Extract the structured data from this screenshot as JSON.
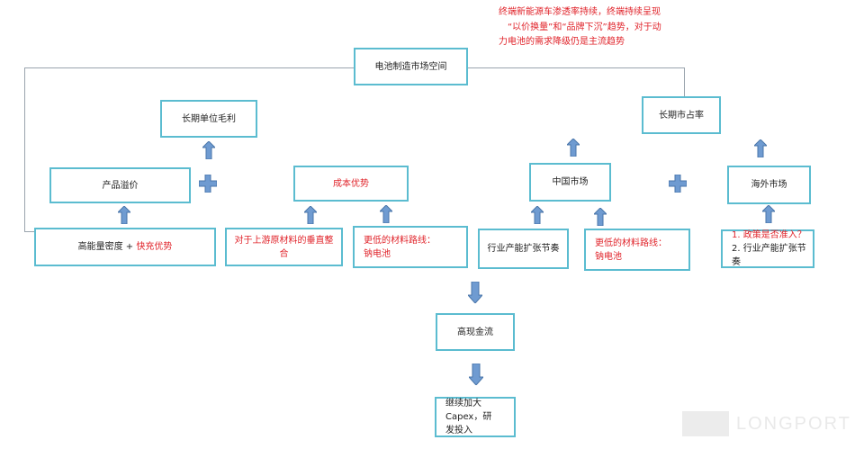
{
  "note": {
    "line1": "终端新能源车渗透率持续，终端持续呈现",
    "line2": "“以价换量”和“品牌下沉”趋势，对于动",
    "line3": "力电池的需求降级仍是主流趋势"
  },
  "nodes": {
    "top": "电池制造市场空间",
    "margin": "长期单位毛利",
    "share": "长期市占率",
    "premium": "产品溢价",
    "cost": "成本优势",
    "china": "中国市场",
    "overseas": "海外市场",
    "tech_a": "高能量密度 + ",
    "tech_b": "快充优势",
    "vertical": "对于上游原材料的垂直整合",
    "material1_l1": "更低的材料路线：",
    "material1_l2": "钠电池",
    "capacity": "行业产能扩张节奏",
    "material2_l1": "更低的材料路线：",
    "material2_l2": "钠电池",
    "policy_l1": "1. 政策是否准入？",
    "policy_l2": "2. 行业产能扩张节奏",
    "cash": "高现金流",
    "capex_l1": "继续加大Capex，研",
    "capex_l2": "发投入"
  },
  "watermark": "LONGPORT"
}
